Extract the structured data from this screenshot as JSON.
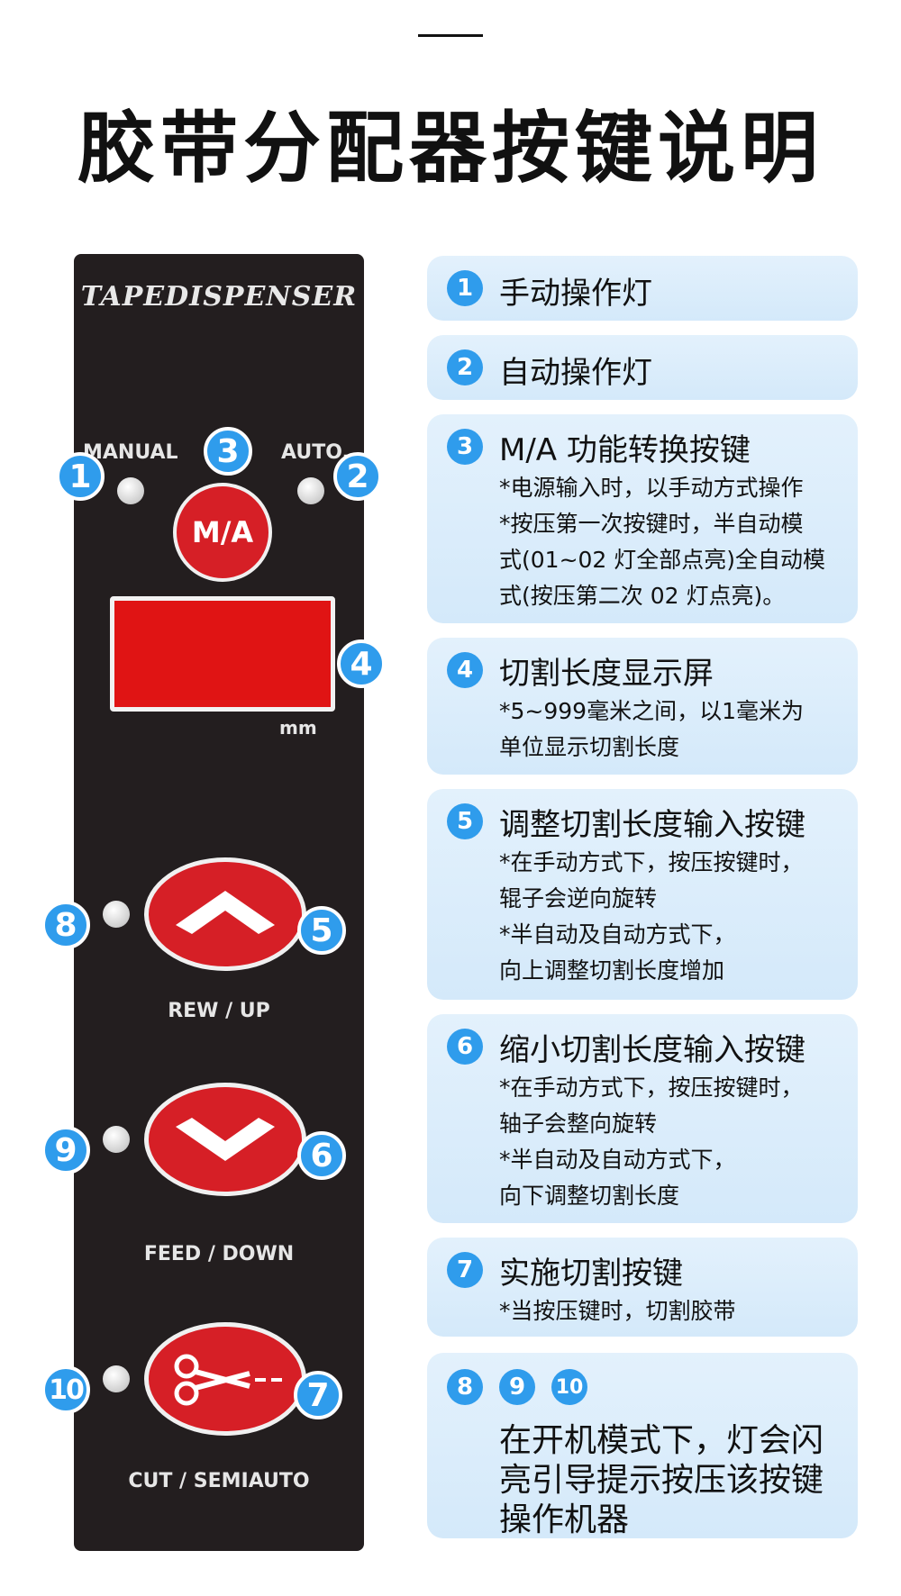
{
  "page": {
    "title": "胶带分配器按键说明"
  },
  "panel": {
    "brand": "TAPEDISPENSER",
    "manual_label": "MANUAL",
    "auto_label": "AUTO.",
    "ma_button": "M/A",
    "unit_label": "mm",
    "rew_up_label": "REW / UP",
    "feed_down_label": "FEED / DOWN",
    "cut_label": "CUT / SEMIAUTO",
    "callouts": [
      "1",
      "2",
      "3",
      "4",
      "5",
      "6",
      "7",
      "8",
      "9",
      "10"
    ],
    "colors": {
      "panel": "#231e1f",
      "button": "#d61f26",
      "badge": "#2f9cec"
    }
  },
  "cards": [
    {
      "num": "1",
      "title": "手动操作灯",
      "notes": []
    },
    {
      "num": "2",
      "title": "自动操作灯",
      "notes": []
    },
    {
      "num": "3",
      "title": "M/A 功能转换按键",
      "notes": [
        "*电源输入时，以手动方式操作",
        "*按压第一次按键时，半自动模",
        " 式(01~02 灯全部点亮)全自动模",
        " 式(按压第二次 02 灯点亮)。"
      ]
    },
    {
      "num": "4",
      "title": "切割长度显示屏",
      "notes": [
        "*5~999毫米之间，以1毫米为",
        " 单位显示切割长度"
      ]
    },
    {
      "num": "5",
      "title": "调整切割长度输入按键",
      "notes": [
        "*在手动方式下，按压按键时，",
        " 辊子会逆向旋转",
        "*半自动及自动方式下，",
        " 向上调整切割长度增加"
      ]
    },
    {
      "num": "6",
      "title": "缩小切割长度输入按键",
      "notes": [
        "*在手动方式下，按压按键时，",
        " 轴子会整向旋转",
        "*半自动及自动方式下，",
        " 向下调整切割长度"
      ]
    },
    {
      "num": "7",
      "title": "实施切割按键",
      "notes": [
        "*当按压键时，切割胶带"
      ]
    }
  ],
  "last_card": {
    "nums": [
      "8",
      "9",
      "10"
    ],
    "lines": [
      "在开机模式下，灯会闪",
      "亮引导提示按压该按键",
      "操作机器"
    ]
  }
}
